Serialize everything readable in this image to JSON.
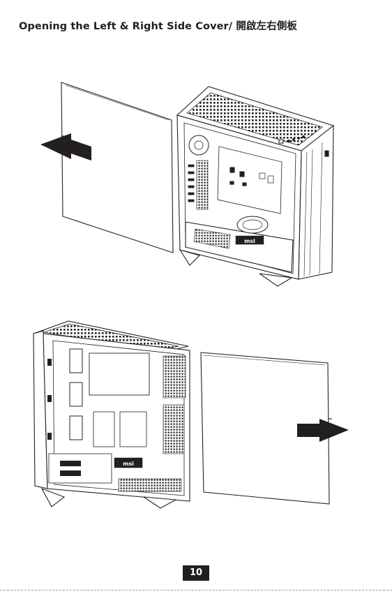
{
  "page": {
    "title": "Opening the Left & Right Side Cover/ 開啟左右側板",
    "page_number": "10"
  },
  "figures": {
    "top": {
      "arrow_direction": "left",
      "panel_side": "left"
    },
    "bottom": {
      "arrow_direction": "right",
      "panel_side": "right"
    }
  },
  "colors": {
    "ink": "#231f20",
    "page_number_bg": "#231f20",
    "page_number_text": "#ffffff"
  }
}
